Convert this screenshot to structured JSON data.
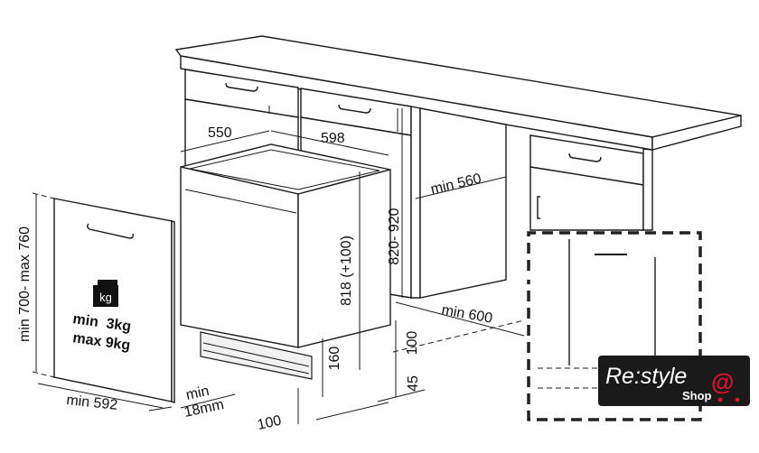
{
  "dimensions": {
    "cabinet_depth": "550",
    "cabinet_width": "598",
    "niche_min_width": "min 560",
    "niche_height": "820- 920",
    "appliance_height": "818 (+100)",
    "niche_min_depth": "min 600",
    "plinth_height": "100",
    "plinth_depth": "45",
    "foot_height": "160",
    "plinth_offset": "100",
    "door_height": "min 700- max 760",
    "door_width": "min 592",
    "door_thickness_line1": "min",
    "door_thickness_line2": "18mm"
  },
  "door_weight": {
    "icon": "kg-weight-icon",
    "icon_text": "kg",
    "min": "min  3kg",
    "max": "max 9kg"
  },
  "logo": {
    "text": "Re:style",
    "sub": "Shop",
    "symbol": "@",
    "background": "#1a1a1a",
    "accent": "#e0102a"
  }
}
